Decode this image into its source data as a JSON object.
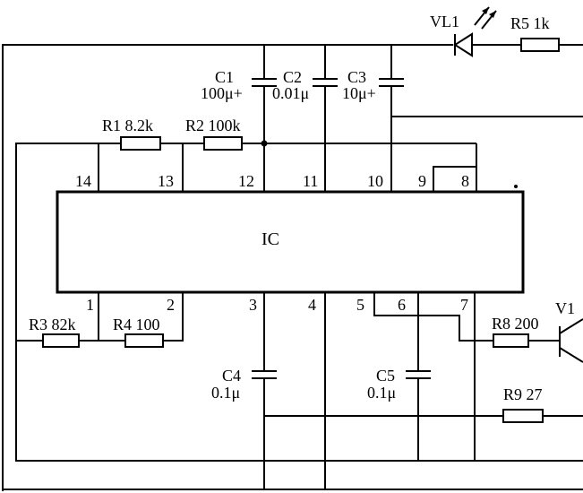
{
  "ic": {
    "label": "IC"
  },
  "pins": [
    "1",
    "2",
    "3",
    "4",
    "5",
    "6",
    "7",
    "8",
    "9",
    "10",
    "11",
    "12",
    "13",
    "14"
  ],
  "resistors": {
    "r1": "R1 8.2k",
    "r2": "R2 100k",
    "r3": "R3 82k",
    "r4": "R4 100",
    "r5": "R5 1k",
    "r8": "R8 200",
    "r9": "R9 27"
  },
  "capacitors": {
    "c1": {
      "name": "C1",
      "value": "100μ+"
    },
    "c2": {
      "name": "C2",
      "value": "0.01μ"
    },
    "c3": {
      "name": "C3",
      "value": "10μ+"
    },
    "c4": {
      "name": "C4",
      "value": "0.1μ"
    },
    "c5": {
      "name": "C5",
      "value": "0.1μ"
    }
  },
  "led": {
    "name": "VL1"
  },
  "transistor": {
    "name": "V1"
  }
}
